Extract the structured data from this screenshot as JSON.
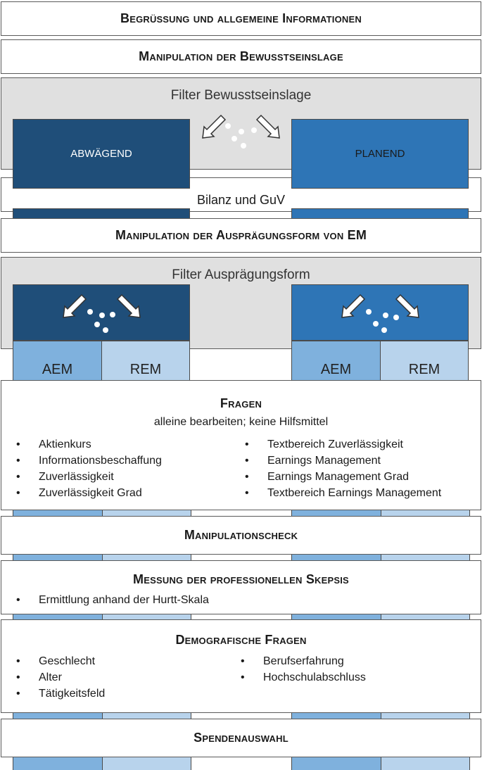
{
  "stages": {
    "welcome": "Begrüßung und allgemeine Informationen",
    "mindset_manipulation": "Manipulation der Bewusstseinslage",
    "mindset_filter": "Filter Bewusstseinslage",
    "deliberative": "ABWÄGEND",
    "implemental": "PLANEND",
    "balance_sheet": "Bilanz und GuV",
    "em_form_manipulation": "Manipulation der Ausprägungsform von EM",
    "em_form_filter": "Filter Ausprägungsform",
    "aem": "AEM",
    "rem": "REM",
    "questions_title": "Fragen",
    "questions_subtitle": "alleine bearbeiten; keine Hilfsmittel",
    "questions_left": [
      "Aktienkurs",
      "Informationsbeschaffung",
      "Zuverlässigkeit",
      "Zuverlässigkeit Grad"
    ],
    "questions_right": [
      "Textbereich Zuverlässigkeit",
      "Earnings Management",
      "Earnings Management Grad",
      "Textbereich Earnings Management"
    ],
    "manipulation_check": "Manipulationscheck",
    "skepticism_title": "Messung der professionellen Skepsis",
    "skepticism_items": [
      "Ermittlung anhand der Hurtt-Skala"
    ],
    "demographics_title": "Demografische Fragen",
    "demographics_left": [
      "Geschlecht",
      "Alter",
      "Tätigkeitsfeld"
    ],
    "demographics_right": [
      "Berufserfahrung",
      "Hochschulabschluss"
    ],
    "donation": "Spendenauswahl",
    "bullet": "•"
  },
  "colors": {
    "dark_blue": "#1f4e79",
    "mid_blue": "#2e75b6",
    "aem_blue": "#7fb1dd",
    "rem_blue": "#b8d3ec",
    "filter_gray": "#e0e0e0"
  }
}
